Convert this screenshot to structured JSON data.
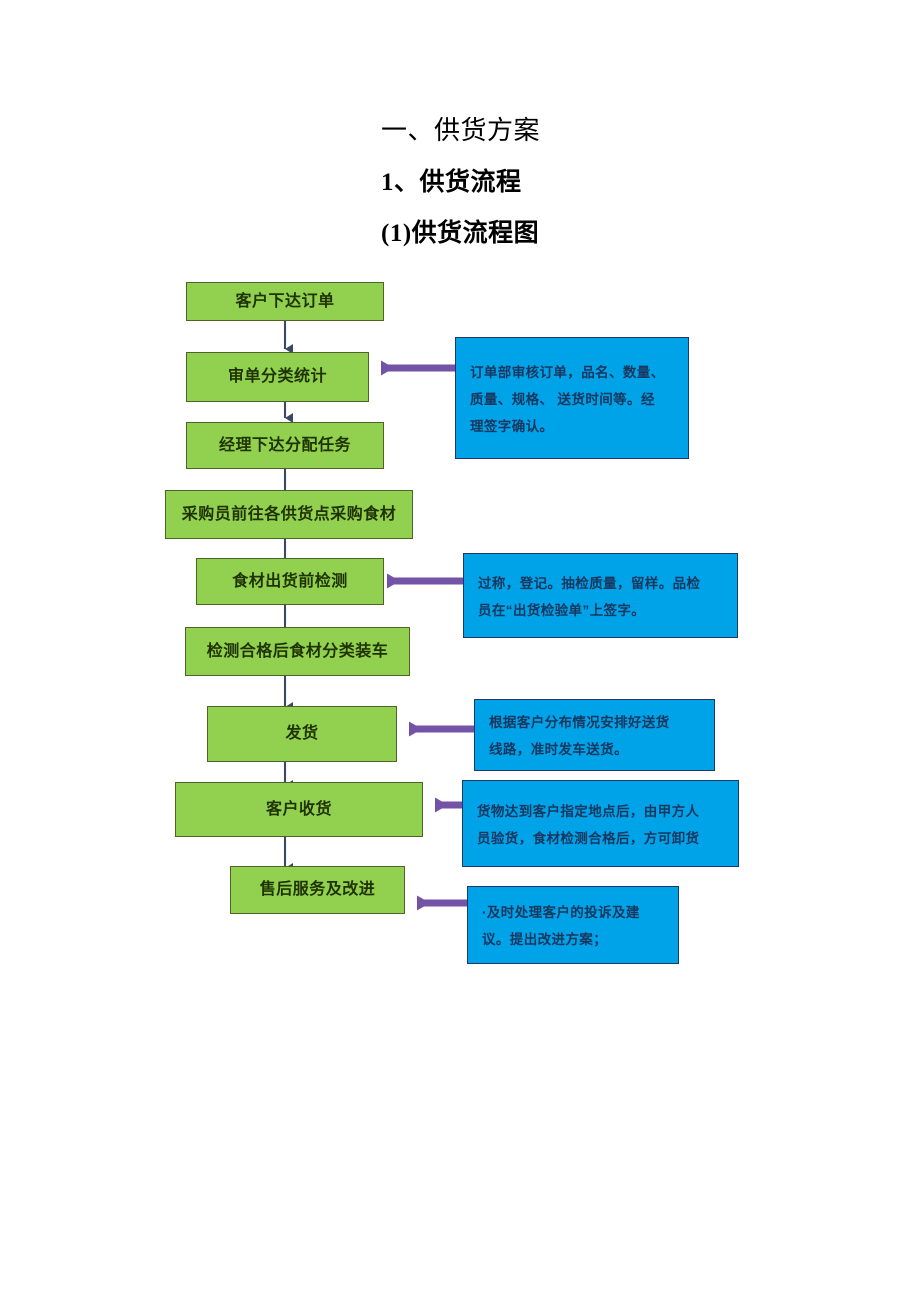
{
  "document": {
    "headings": [
      {
        "id": "section-heading",
        "text": "一、供货方案"
      },
      {
        "id": "subsection-heading",
        "text": "1、供货流程"
      },
      {
        "id": "figure-heading",
        "text": "(1)供货流程图"
      }
    ]
  },
  "flowchart": {
    "title": "供货流程图",
    "colors": {
      "process_fill": "#92D050",
      "process_border": "#4F6228",
      "note_fill": "#00A2E8",
      "note_border": "#1F3864",
      "flow_arrow": "#3A4A63",
      "note_arrow": "#7353A5"
    },
    "process_steps": [
      {
        "id": "step-order-placed",
        "label": "客户下达订单"
      },
      {
        "id": "step-order-review",
        "label": "审单分类统计"
      },
      {
        "id": "step-manager-assign",
        "label": "经理下达分配任务"
      },
      {
        "id": "step-purchase",
        "label": "采购员前往各供货点采购食材"
      },
      {
        "id": "step-pre-ship-inspect",
        "label": "食材出货前检测"
      },
      {
        "id": "step-sort-and-load",
        "label": "检测合格后食材分类装车"
      },
      {
        "id": "step-dispatch",
        "label": "发货"
      },
      {
        "id": "step-customer-receive",
        "label": "客户收货"
      },
      {
        "id": "step-after-sales",
        "label": "售后服务及改进"
      }
    ],
    "notes": [
      {
        "id": "note-order-review",
        "target": "step-order-review",
        "lines": [
          "订单部审核订单，品名、数量、",
          "质量、规格、 送货时间等。经",
          "理签字确认。"
        ]
      },
      {
        "id": "note-pre-ship-inspect",
        "target": "step-pre-ship-inspect",
        "lines": [
          "过称，登记。抽检质量，留样。品检",
          "员在“出货检验单”上签字。"
        ]
      },
      {
        "id": "note-dispatch",
        "target": "step-dispatch",
        "lines": [
          "根据客户分布情况安排好送货",
          "线路，准时发车送货。"
        ]
      },
      {
        "id": "note-customer-receive",
        "target": "step-customer-receive",
        "lines": [
          "货物达到客户指定地点后，由甲方人",
          "员验货，食材检测合格后，方可卸货"
        ]
      },
      {
        "id": "note-after-sales",
        "target": "step-after-sales",
        "lines": [
          "·及时处理客户的投诉及建",
          "议。提出改进方案；"
        ]
      }
    ]
  }
}
